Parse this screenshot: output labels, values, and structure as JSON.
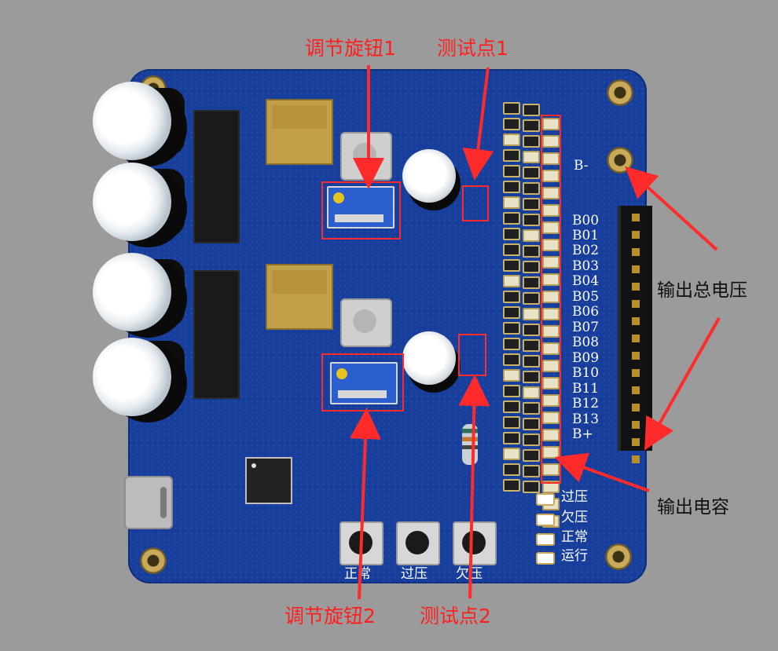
{
  "annotations": {
    "knob1": "调节旋钮1",
    "test1": "测试点1",
    "knob2": "调节旋钮2",
    "test2": "测试点2",
    "out_total_voltage": "输出总电压",
    "out_cap": "输出电容"
  },
  "silkscreen": {
    "b_minus": "B-",
    "b_plus": "B+",
    "bank": [
      "B00",
      "B01",
      "B02",
      "B03",
      "B04",
      "B05",
      "B06",
      "B07",
      "B08",
      "B09",
      "B10",
      "B11",
      "B12",
      "B13"
    ],
    "leds": [
      "过压",
      "欠压",
      "正常",
      "运行"
    ],
    "buttons": [
      "正常",
      "过压",
      "欠压"
    ]
  },
  "colors": {
    "board": "#163e9a",
    "annotation": "#ff1f1f",
    "background": "#9b9b9b"
  }
}
